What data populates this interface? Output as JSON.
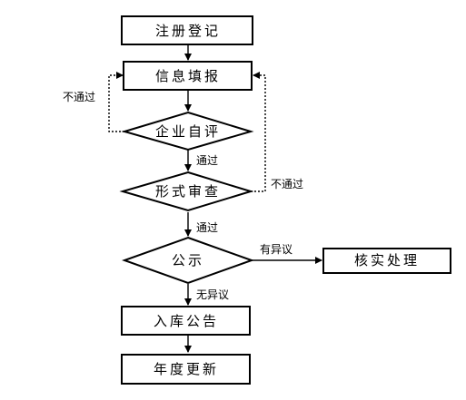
{
  "nodes": {
    "register": "注册登记",
    "fill_info": "信息填报",
    "self_eval": "企业自评",
    "formal_review": "形式审查",
    "publicity": "公示",
    "verify": "核实处理",
    "announce": "入库公告",
    "annual_update": "年度更新"
  },
  "edges": {
    "self_eval_fail": "不通过",
    "self_eval_pass": "通过",
    "formal_fail": "不通过",
    "formal_pass": "通过",
    "objection": "有异议",
    "no_objection": "无异议"
  }
}
